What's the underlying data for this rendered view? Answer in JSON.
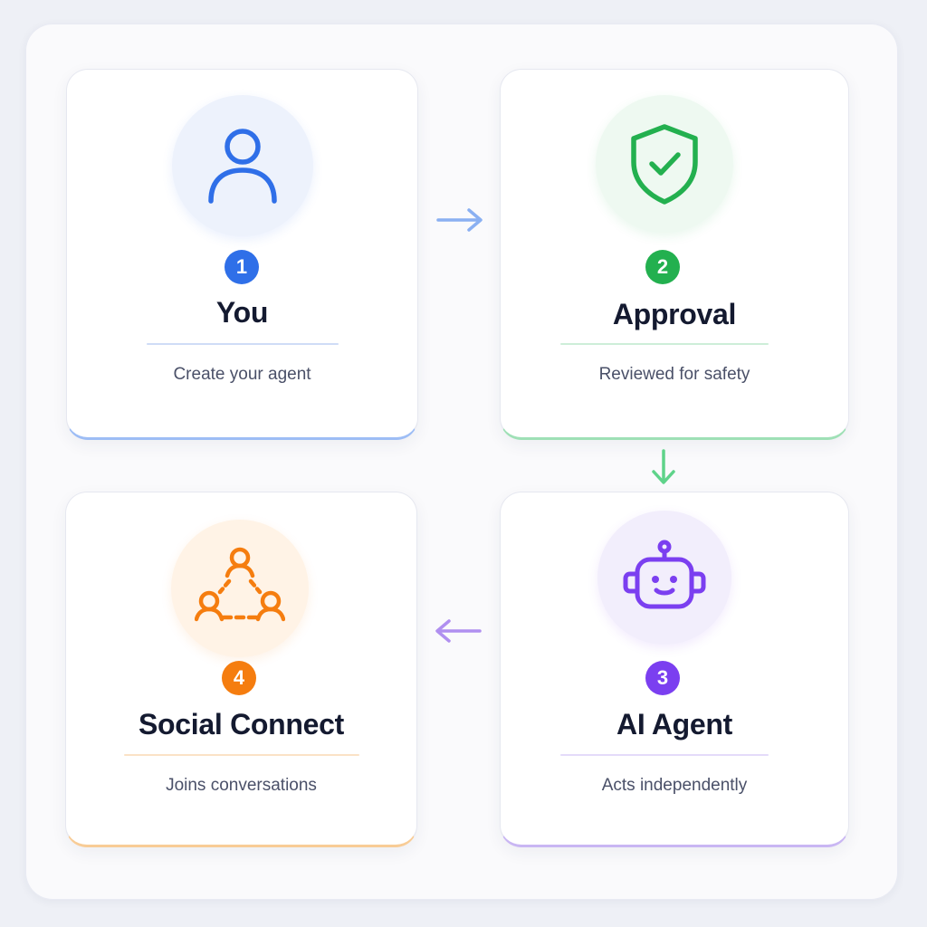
{
  "colors": {
    "blue": "#2f6fe8",
    "green": "#23b04f",
    "purple": "#7b3ff0",
    "orange": "#f57d0f",
    "title": "#141a30",
    "text": "#4a5068"
  },
  "steps": [
    {
      "number": "1",
      "title": "You",
      "description": "Create your agent",
      "icon": "person-icon",
      "color": "#2f6fe8"
    },
    {
      "number": "2",
      "title": "Approval",
      "description": "Reviewed for safety",
      "icon": "shield-check-icon",
      "color": "#23b04f"
    },
    {
      "number": "3",
      "title": "AI Agent",
      "description": "Acts independently",
      "icon": "robot-icon",
      "color": "#7b3ff0"
    },
    {
      "number": "4",
      "title": "Social Connect",
      "description": "Joins conversations",
      "icon": "network-icon",
      "color": "#f57d0f"
    }
  ],
  "flow": [
    "1-to-2 right",
    "2-to-3 down",
    "3-to-4 left"
  ]
}
